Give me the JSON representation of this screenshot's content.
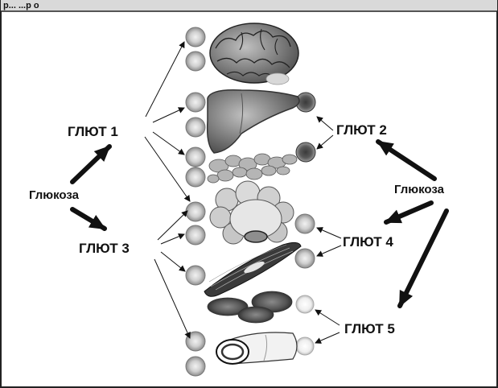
{
  "header_fragment": "р... ...р о",
  "labels": {
    "glut1": "ГЛЮТ 1",
    "glut2": "ГЛЮТ 2",
    "glut3": "ГЛЮТ 3",
    "glut4": "ГЛЮТ 4",
    "glut5": "ГЛЮТ 5",
    "glucose_left": "Глюкоза",
    "glucose_right": "Глюкоза"
  },
  "organs": [
    "brain-icon",
    "liver-icon",
    "pancreas-icon",
    "adipose-icon",
    "muscle-icon",
    "erythrocytes-icon",
    "vessel-icon"
  ],
  "colors": {
    "ink": "#111111",
    "cell_fill": "#c8c8c8",
    "cell_dark": "#555555",
    "organ_gray": "#8a8a8a"
  }
}
